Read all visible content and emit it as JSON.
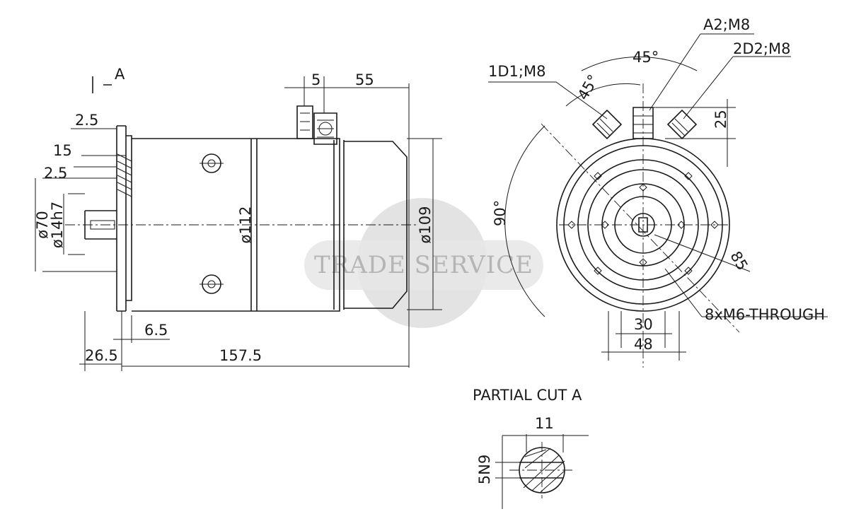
{
  "watermark": "TRADE SERVICE",
  "side_view": {
    "section_marker": "A",
    "dims": {
      "d_2_5_top": "2.5",
      "d_15": "15",
      "d_2_5_mid": "2.5",
      "d_70": "ø70",
      "d_14h7": "ø14h7",
      "d_112": "ø112",
      "d_109": "ø109",
      "d_5": "5",
      "d_55": "55",
      "d_6_5": "6.5",
      "d_26_5": "26.5",
      "d_157_5": "157.5"
    }
  },
  "front_view": {
    "labels": {
      "term_a2": "A2;M8",
      "term_2d2": "2D2;M8",
      "term_1d1": "1D1;M8",
      "angle_45_top": "45°",
      "angle_45_side": "45°",
      "angle_90": "90°",
      "d_25": "25",
      "d_85": "85",
      "holes": "8xM6-THROUGH",
      "d_30": "30",
      "d_48": "48"
    }
  },
  "partial_cut": {
    "title": "PARTIAL CUT A",
    "d_11": "11",
    "d_5n9": "5N9"
  }
}
